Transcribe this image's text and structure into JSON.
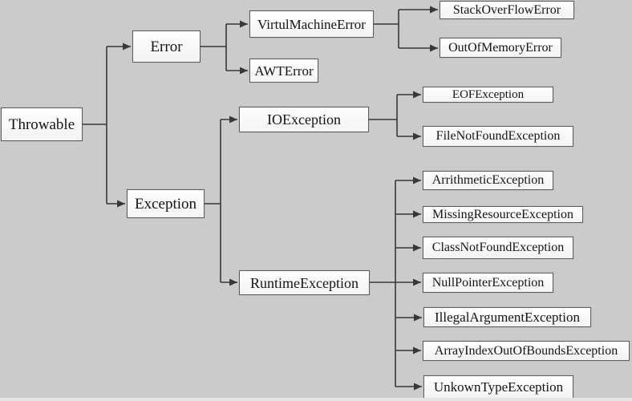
{
  "diagram": {
    "nodes": {
      "throwable": {
        "label": "Throwable"
      },
      "error": {
        "label": "Error"
      },
      "exception": {
        "label": "Exception"
      },
      "virtul_machine_error": {
        "label": "VirtulMachineError"
      },
      "awt_error": {
        "label": "AWTError"
      },
      "stack_overflow_error": {
        "label": "StackOverFlowError"
      },
      "out_of_memory_error": {
        "label": "OutOfMemoryError"
      },
      "io_exception": {
        "label": "IOException"
      },
      "eof_exception": {
        "label": "EOFException"
      },
      "file_not_found_exception": {
        "label": "FileNotFoundException"
      },
      "runtime_exception": {
        "label": "RuntimeException"
      },
      "arrithmetic_exception": {
        "label": "ArrithmeticException"
      },
      "missing_resource_exception": {
        "label": "MissingResourceException"
      },
      "class_not_found_exception": {
        "label": "ClassNotFoundException"
      },
      "null_pointer_exception": {
        "label": "NullPointerException"
      },
      "illegal_argument_exception": {
        "label": "IllegalArgumentException"
      },
      "array_index_out_of_bounds_exception": {
        "label": "ArrayIndexOutOfBoundsException"
      },
      "unkown_type_exception": {
        "label": "UnkownTypeException"
      }
    },
    "edges": [
      {
        "from": "Throwable",
        "to": "Error"
      },
      {
        "from": "Throwable",
        "to": "Exception"
      },
      {
        "from": "Error",
        "to": "VirtulMachineError"
      },
      {
        "from": "Error",
        "to": "AWTError"
      },
      {
        "from": "VirtulMachineError",
        "to": "StackOverFlowError"
      },
      {
        "from": "VirtulMachineError",
        "to": "OutOfMemoryError"
      },
      {
        "from": "Exception",
        "to": "IOException"
      },
      {
        "from": "Exception",
        "to": "RuntimeException"
      },
      {
        "from": "IOException",
        "to": "EOFException"
      },
      {
        "from": "IOException",
        "to": "FileNotFoundException"
      },
      {
        "from": "RuntimeException",
        "to": "ArrithmeticException"
      },
      {
        "from": "RuntimeException",
        "to": "MissingResourceException"
      },
      {
        "from": "RuntimeException",
        "to": "ClassNotFoundException"
      },
      {
        "from": "RuntimeException",
        "to": "NullPointerException"
      },
      {
        "from": "RuntimeException",
        "to": "IllegalArgumentException"
      },
      {
        "from": "RuntimeException",
        "to": "ArrayIndexOutOfBoundsException"
      },
      {
        "from": "RuntimeException",
        "to": "UnkownTypeException"
      }
    ],
    "colors": {
      "background": "#cbcbcb",
      "line": "#383838",
      "box_border": "#5e5e5e",
      "box_fill": "#fbfbfb",
      "text": "#151515"
    }
  }
}
